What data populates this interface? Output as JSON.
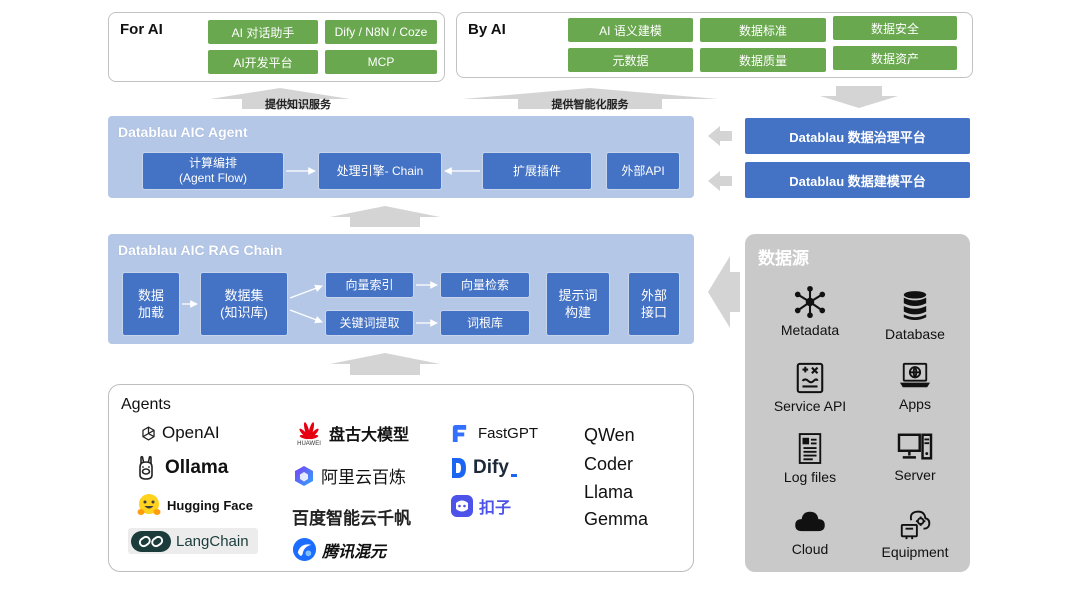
{
  "colors": {
    "green": "#6aa84f",
    "blue": "#4472c4",
    "layer": "#b4c7e7",
    "source_bg": "#c9c9c9",
    "arrow": "#d4d4d4"
  },
  "for_ai": {
    "title": "For AI",
    "items": [
      "AI 对话助手",
      "Dify / N8N / Coze",
      "AI开发平台",
      "MCP"
    ]
  },
  "by_ai": {
    "title": "By AI",
    "items": [
      "AI 语义建模",
      "数据标准",
      "数据安全",
      "元数据",
      "数据质量",
      "数据资产"
    ]
  },
  "flows": {
    "knowledge_service": "提供知识服务",
    "intelligent_service": "提供智能化服务"
  },
  "agent_layer": {
    "title": "Datablau AIC Agent",
    "orchestration": [
      "计算编排",
      "(Agent Flow)"
    ],
    "engine": "处理引擎- Chain",
    "plugins": "扩展插件",
    "external_api": "外部API"
  },
  "platforms": {
    "governance": "Datablau 数据治理平台",
    "modeling": "Datablau 数据建模平台"
  },
  "rag_layer": {
    "title": "Datablau AIC RAG Chain",
    "data_load": [
      "数据",
      "加载"
    ],
    "dataset": [
      "数据集",
      "(知识库)"
    ],
    "vector_index": "向量索引",
    "keyword_extraction": "关键词提取",
    "vector_search": "向量检索",
    "root_lexicon": "词根库",
    "prompt_build": [
      "提示词",
      "构建"
    ],
    "external_interface": [
      "外部",
      "接口"
    ]
  },
  "agents": {
    "title": "Agents",
    "frameworks": [
      {
        "name": "OpenAI",
        "icon": "openai-icon"
      },
      {
        "name": "Ollama",
        "icon": "ollama-icon"
      },
      {
        "name": "Hugging Face",
        "icon": "hugging-face-icon"
      },
      {
        "name": "LangChain",
        "icon": "langchain-icon"
      }
    ],
    "cloud_models": [
      {
        "name": "盘古大模型",
        "icon": "huawei-logo-icon",
        "logo_text": "HUAWEI"
      },
      {
        "name": "阿里云百炼",
        "icon": "alibaba-bailian-icon"
      },
      {
        "name": "百度智能云千帆"
      },
      {
        "name": "腾讯混元",
        "icon": "tencent-hunyuan-icon"
      }
    ],
    "platforms": [
      {
        "name": "FastGPT",
        "icon": "fastgpt-icon"
      },
      {
        "name": "Dify",
        "icon": "dify-icon"
      },
      {
        "name": "扣子",
        "icon": "coze-icon"
      }
    ],
    "models": [
      "QWen",
      "Coder",
      "Llama",
      "Gemma"
    ]
  },
  "data_sources": {
    "title": "数据源",
    "items": [
      {
        "label": "Metadata",
        "icon": "network-hub-icon"
      },
      {
        "label": "Database",
        "icon": "database-icon"
      },
      {
        "label": "Service API",
        "icon": "service-api-icon"
      },
      {
        "label": "Apps",
        "icon": "laptop-globe-icon"
      },
      {
        "label": "Log files",
        "icon": "log-file-icon"
      },
      {
        "label": "Server",
        "icon": "server-icon"
      },
      {
        "label": "Cloud",
        "icon": "cloud-icon"
      },
      {
        "label": "Equipment",
        "icon": "equipment-icon"
      }
    ]
  }
}
